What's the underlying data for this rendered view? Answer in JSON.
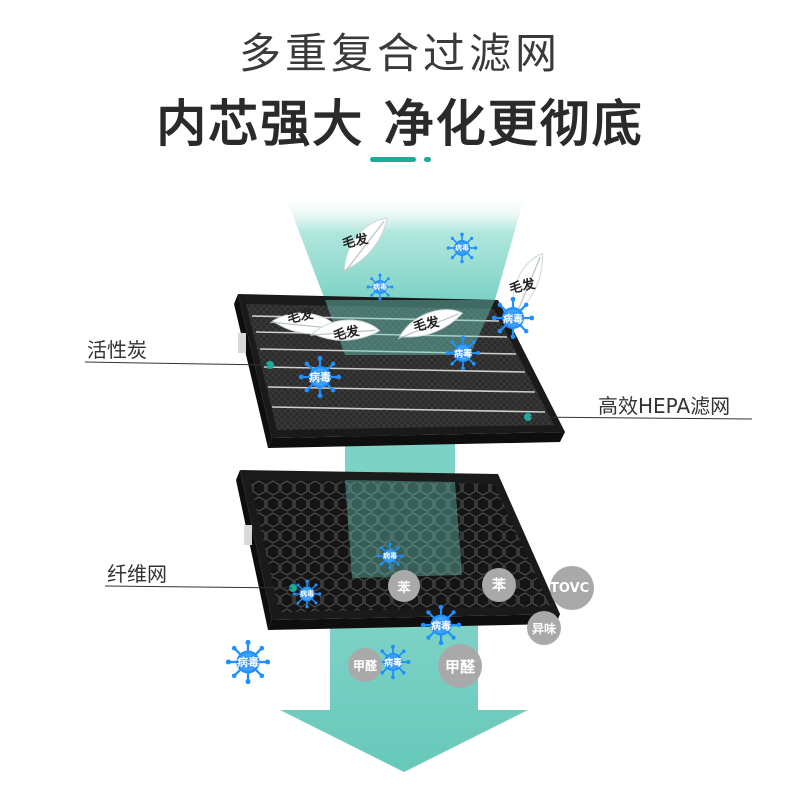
{
  "header": {
    "title": "多重复合过滤网",
    "subtitle": "内芯强大 净化更彻底"
  },
  "callouts": {
    "carbon": "活性炭",
    "hepa": "高效HEPA滤网",
    "fiber": "纤维网"
  },
  "hair_label": "毛发",
  "virus_label": "病毒",
  "pollutants": {
    "benzene": "苯",
    "odor": "异味",
    "formaldehyde": "甲醛",
    "voc": "TOVC"
  },
  "colors": {
    "accent": "#1fa99a",
    "airflow": "#6ecdbf",
    "virus": "#1e90ff",
    "filter_frame": "#1a1a1a",
    "pollutant_gray": "#a9a9a9"
  },
  "icons": [
    "virus-icon",
    "feather-icon",
    "airflow-arrow-icon"
  ]
}
